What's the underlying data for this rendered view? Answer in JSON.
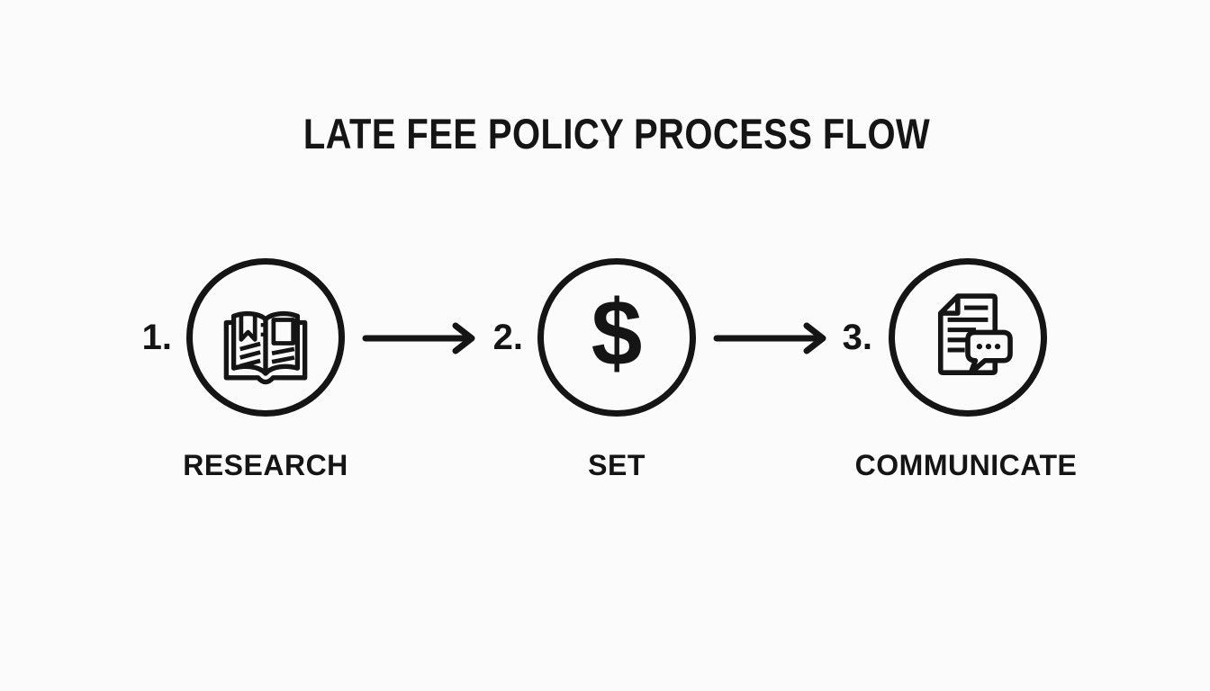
{
  "diagram": {
    "title": "LATE FEE POLICY PROCESS FLOW",
    "steps": [
      {
        "number": "1.",
        "label": "RESEARCH",
        "icon": "open-book-icon"
      },
      {
        "number": "2.",
        "label": "SET",
        "icon": "dollar-sign-icon",
        "glyph": "$"
      },
      {
        "number": "3.",
        "label": "COMMUNICATE",
        "icon": "document-chat-icon"
      }
    ],
    "connectors": [
      {
        "type": "arrow-right",
        "from": "RESEARCH",
        "to": "SET"
      },
      {
        "type": "arrow-right",
        "from": "SET",
        "to": "COMMUNICATE"
      }
    ],
    "colors": {
      "ink": "#151515",
      "background": "#fbfbfb"
    }
  }
}
